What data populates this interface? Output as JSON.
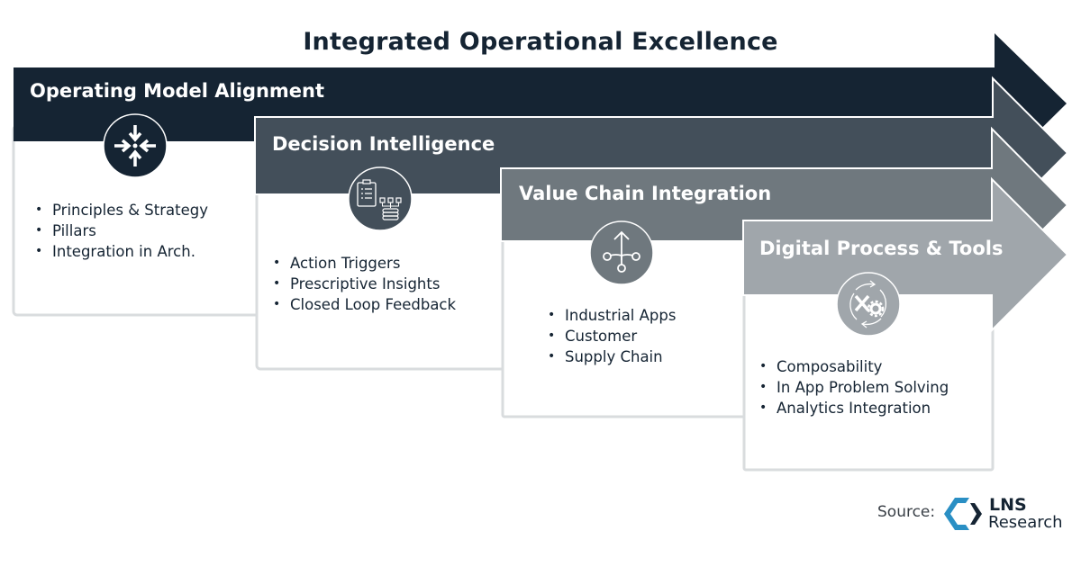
{
  "title": "Integrated Operational Excellence",
  "colors": {
    "stage1": "#152433",
    "stage2": "#434f5a",
    "stage3": "#6f787e",
    "stage4": "#a0a6ab",
    "card_border": "#d9dcde",
    "logo_blue": "#2a8fc4"
  },
  "stages": [
    {
      "title": "Operating Model Alignment",
      "icon": "converging-arrows-icon",
      "items": [
        "Principles & Strategy",
        "Pillars",
        "Integration in Arch."
      ]
    },
    {
      "title": "Decision Intelligence",
      "icon": "clipboard-database-icon",
      "items": [
        "Action Triggers",
        "Prescriptive Insights",
        "Closed Loop Feedback"
      ]
    },
    {
      "title": "Value Chain Integration",
      "icon": "branching-arrow-icon",
      "items": [
        "Industrial Apps",
        "Customer",
        "Supply Chain"
      ]
    },
    {
      "title": "Digital Process & Tools",
      "icon": "tools-cycle-icon",
      "items": [
        "Composability",
        "In App Problem Solving",
        "Analytics Integration"
      ]
    }
  ],
  "source": {
    "label": "Source:",
    "logo_line1": "LNS",
    "logo_line2": "Research"
  }
}
